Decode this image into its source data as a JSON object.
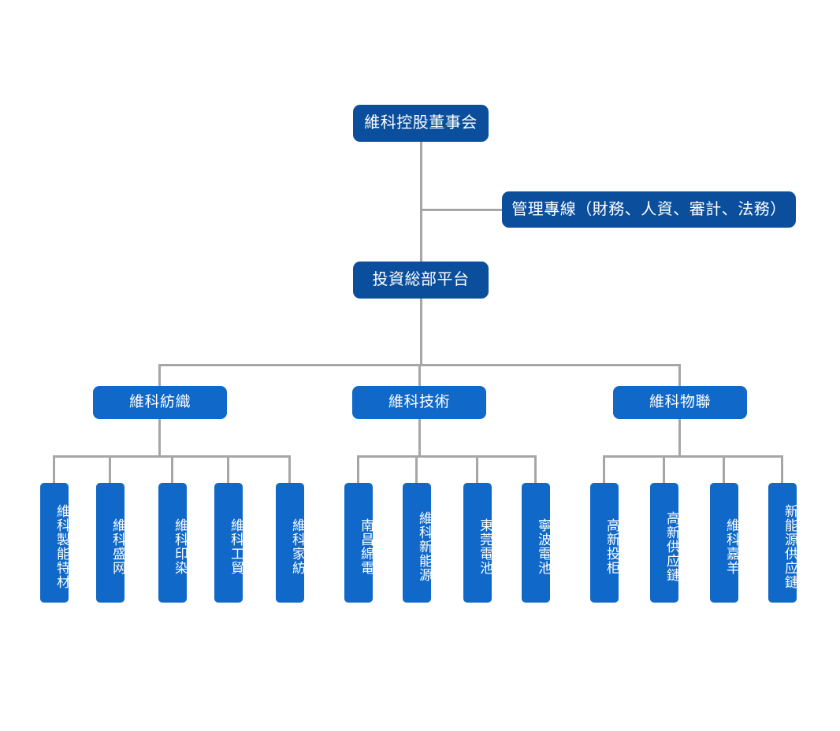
{
  "chart": {
    "type": "org-chart",
    "title": "",
    "palette": {
      "dark_blue": "#0B4F9C",
      "bright_blue": "#1068C8",
      "connector_gray": "#A6A6A6",
      "background": "#FFFFFF",
      "text": "#FFFFFF"
    },
    "levels": [
      {
        "level": 1,
        "label": "board"
      },
      {
        "level": 2,
        "label": "platform"
      },
      {
        "level": 3,
        "label": "divisions"
      },
      {
        "level": 4,
        "label": "subsidiaries"
      }
    ]
  },
  "board": {
    "label": "維科控股董事会",
    "style": "dark"
  },
  "management_line": {
    "label": "管理專線（財務、人資、審計、法務）",
    "style": "dark",
    "attachment": "staff-line-right"
  },
  "platform": {
    "label": "投資総部平台",
    "style": "dark"
  },
  "divisions": [
    {
      "id": "textile",
      "label": "維科紡織",
      "style": "bright",
      "children": [
        {
          "id": "textile-1",
          "label": "維科製能特材"
        },
        {
          "id": "textile-2",
          "label": "維科盛网"
        },
        {
          "id": "textile-3",
          "label": "維科印染"
        },
        {
          "id": "textile-4",
          "label": "維科工貿"
        },
        {
          "id": "textile-5",
          "label": "維科家紡"
        }
      ]
    },
    {
      "id": "technology",
      "label": "維科技術",
      "style": "bright",
      "children": [
        {
          "id": "tech-1",
          "label": "南昌綿電"
        },
        {
          "id": "tech-2",
          "label": "維科新能源"
        },
        {
          "id": "tech-3",
          "label": "東莞電池"
        },
        {
          "id": "tech-4",
          "label": "寧波電池"
        }
      ]
    },
    {
      "id": "iot",
      "label": "維科物聯",
      "style": "bright",
      "children": [
        {
          "id": "iot-1",
          "label": "高新投柜"
        },
        {
          "id": "iot-2",
          "label": "高新供应鏈"
        },
        {
          "id": "iot-3",
          "label": "維科嘉羊"
        },
        {
          "id": "iot-4",
          "label": "新能源供应鏈"
        }
      ]
    }
  ]
}
